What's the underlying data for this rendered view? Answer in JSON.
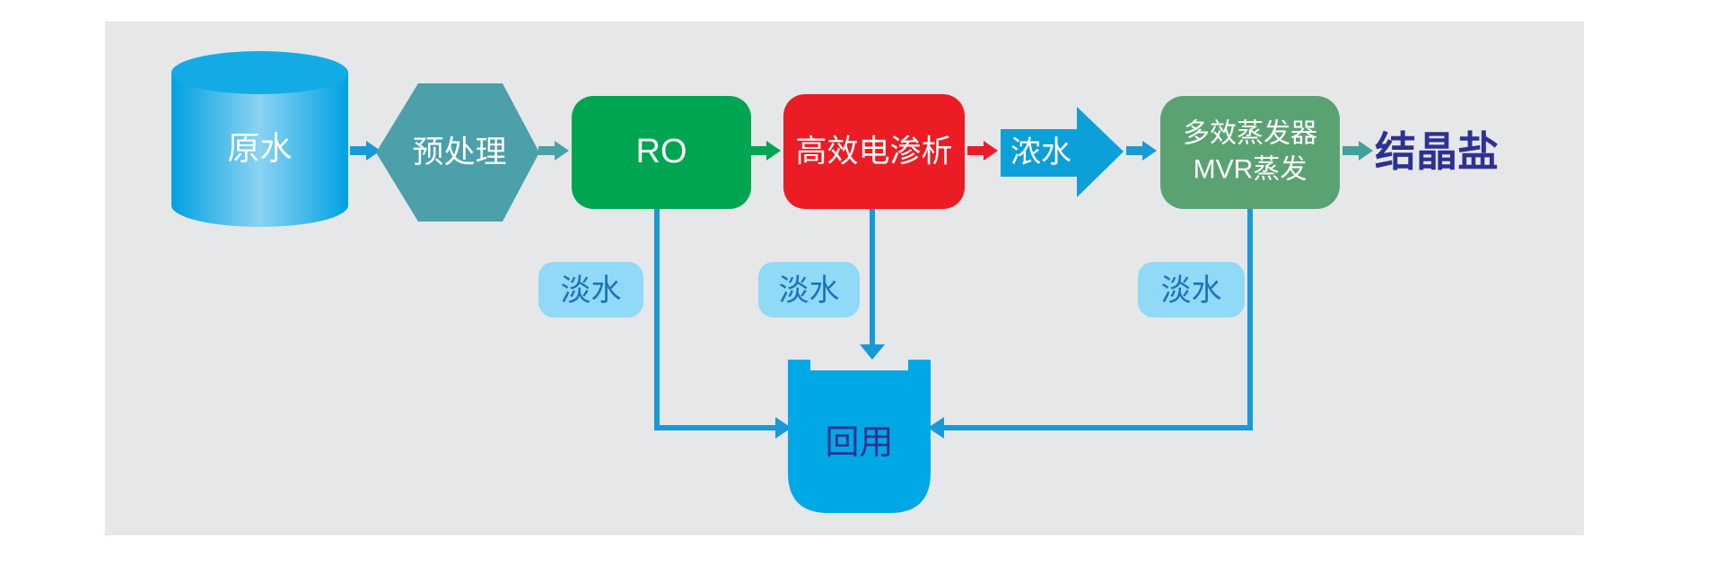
{
  "flow": {
    "raw_water": {
      "label": "原水"
    },
    "pretreatment": {
      "label": "预处理"
    },
    "ro": {
      "label": "RO"
    },
    "electrodialysis": {
      "label": "高效电渗析"
    },
    "concentrate": {
      "label": "浓水"
    },
    "evaporator": {
      "line1": "多效蒸发器",
      "line2": "MVR蒸发"
    },
    "crystal_salt": {
      "label": "结晶盐"
    },
    "reuse": {
      "label": "回用"
    },
    "fresh_water": [
      {
        "label": "淡水"
      },
      {
        "label": "淡水"
      },
      {
        "label": "淡水"
      }
    ]
  },
  "colors": {
    "panel": "#e6e7e8",
    "cylinder_edge": "#00a1e2",
    "cylinder_center": "#8bd3f3",
    "cylinder_top": "#12abe6",
    "arrow_blue": "#1899d8",
    "hexagon_teal": "#4ba0a9",
    "green": "#00a551",
    "red": "#ec1c24",
    "block_arrow_blue": "#0d9fd8",
    "evaporator_green": "#5ba273",
    "final_arrow_teal": "#44a09a",
    "salt_text": "#2e3192",
    "pill_bg": "#90d9f7",
    "pill_text": "#1b74b8",
    "tank_blue": "#00a8e6",
    "tank_text": "#2e3192",
    "line_blue": "#1899d8",
    "node_text": "#ffffff"
  }
}
